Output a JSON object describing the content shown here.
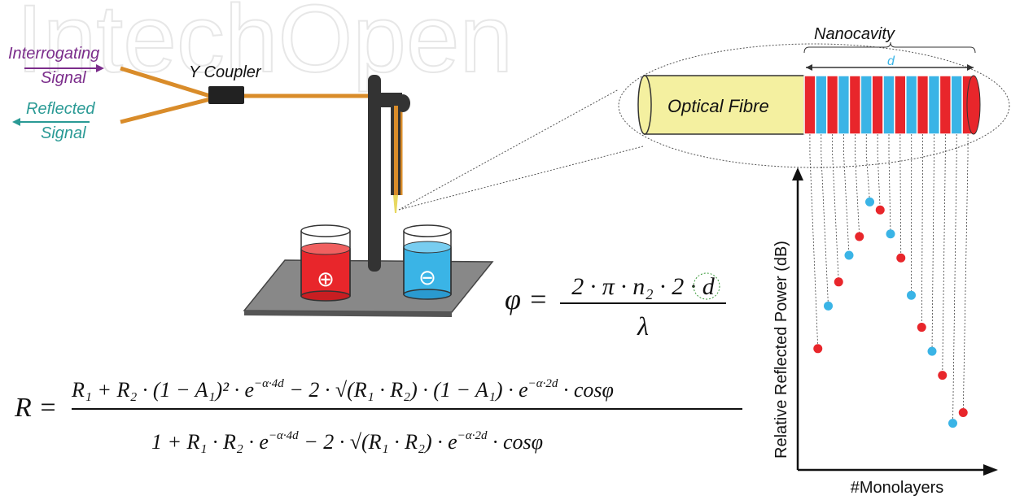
{
  "watermark": "IntechOpen",
  "labels": {
    "interrogating_line1": "Interrogating",
    "interrogating_line2": "Signal",
    "reflected_line1": "Reflected",
    "reflected_line2": "Signal",
    "y_coupler": "Y Coupler",
    "nanocavity": "Nanocavity",
    "d": "d",
    "optical_fibre": "Optical Fibre",
    "plus": "⊕",
    "minus": "⊖"
  },
  "equations": {
    "phi_lhs": "φ =",
    "phi_num": "2 · π · n₂ · 2 · d",
    "phi_den": "λ",
    "R_lhs": "R =",
    "R_num_a": "R₁ + R₂ · (1 − A₁)² · e",
    "R_num_exp1": "−α·4d",
    "R_num_b": " − 2 · √(R₁ · R₂) · (1 − A₁) · e",
    "R_num_exp2": "−α·2d",
    "R_num_c": " · cosφ",
    "R_den_a": "1 + R₁ · R₂ · e",
    "R_den_exp1": "−α·4d",
    "R_den_b": " − 2 · √(R₁ · R₂) · e",
    "R_den_exp2": "−α·2d",
    "R_den_c": " · cosφ"
  },
  "chart_data": {
    "type": "scatter",
    "xlabel": "#Monolayers",
    "ylabel": "Relative Reflected Power (dB)",
    "series": [
      {
        "color": "#e8262b",
        "x": [
          1,
          3,
          5,
          7,
          9,
          11,
          13,
          15
        ],
        "y": [
          4.0,
          6.5,
          8.2,
          9.2,
          7.4,
          4.8,
          3.0,
          1.6
        ]
      },
      {
        "color": "#3ab4e6",
        "x": [
          2,
          4,
          6,
          8,
          10,
          12,
          14
        ],
        "y": [
          5.6,
          7.5,
          9.5,
          8.3,
          6.0,
          3.9,
          1.2
        ]
      }
    ],
    "xlim": [
      0,
      16
    ],
    "ylim": [
      0,
      10
    ]
  },
  "colors": {
    "red": "#e8262b",
    "blue": "#3ab4e6",
    "fibre": "#f4f0a0",
    "cable": "#d98c2a",
    "interrogating": "#7b2d8b",
    "reflected": "#2a9a95"
  }
}
